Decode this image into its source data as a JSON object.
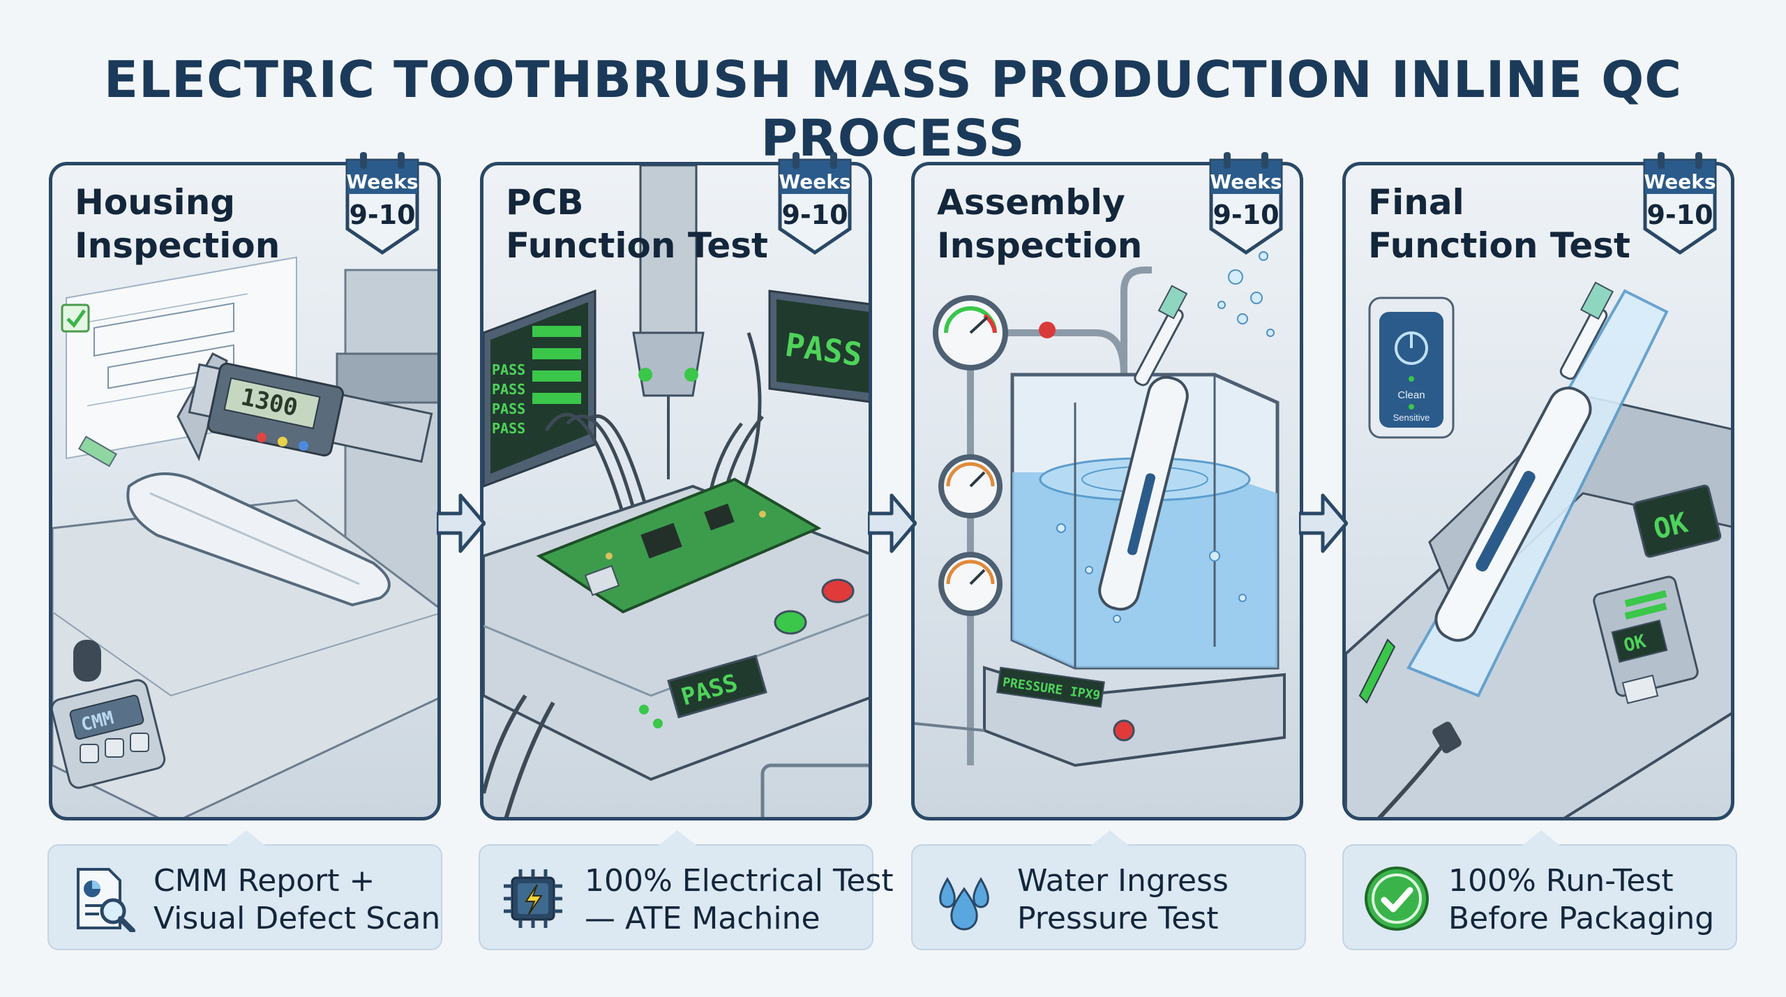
{
  "title": "ELECTRIC TOOTHBRUSH MASS PRODUCTION INLINE QC PROCESS",
  "colors": {
    "navy": "#1b3a5a",
    "panel_border": "#2a4866",
    "caption_bg": "#dce8f2",
    "pass_green": "#3ac74a",
    "water_blue": "#8fc6ec"
  },
  "stages": [
    {
      "title_line1": "Housing",
      "title_line2": "Inspection",
      "badge_label": "Weeks",
      "badge_value": "9-10",
      "caption_line1": "CMM Report +",
      "caption_line2": "Visual Defect Scan",
      "icon": "report-magnifier-icon",
      "caliper_readout": "1300",
      "device_label": "CMM"
    },
    {
      "title_line1": "PCB",
      "title_line2": "Function Test",
      "badge_label": "Weeks",
      "badge_value": "9-10",
      "caption_line1": "100% Electrical Test",
      "caption_line2": "— ATE Machine",
      "icon": "chip-lightning-icon",
      "monitor_label": "PASS",
      "list_label": "PASS",
      "base_label": "PASS"
    },
    {
      "title_line1": "Assembly",
      "title_line2": "Inspection",
      "badge_label": "Weeks",
      "badge_value": "9-10",
      "caption_line1": "Water Ingress",
      "caption_line2": "Pressure Test",
      "icon": "water-drops-icon",
      "tank_label": "PRESSURE IPX9"
    },
    {
      "title_line1": "Final",
      "title_line2": "Function Test",
      "badge_label": "Weeks",
      "badge_value": "9-10",
      "caption_line1": "100% Run-Test",
      "caption_line2": "Before Packaging",
      "icon": "green-check-icon",
      "screen_ok": "OK",
      "button_ok": "OK",
      "mode_clean": "Clean",
      "mode_sensitive": "Sensitive"
    }
  ]
}
